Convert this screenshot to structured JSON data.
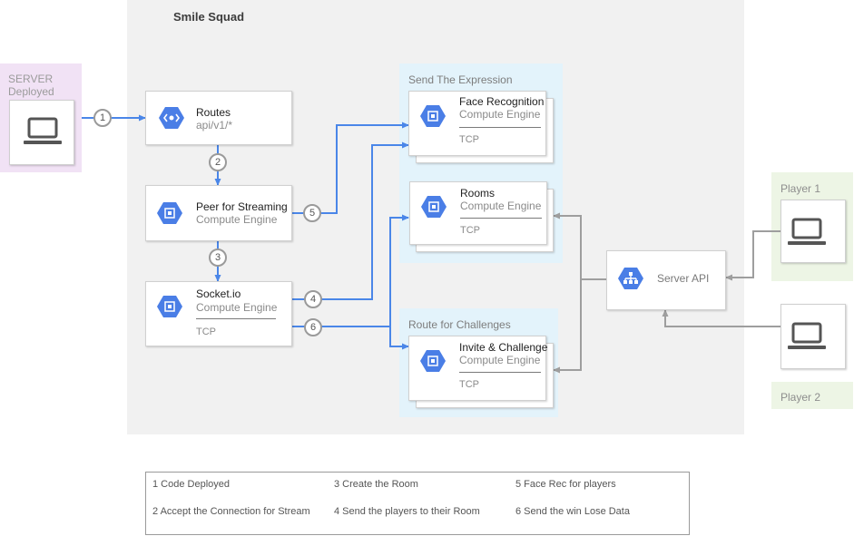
{
  "title": "Smile Squad",
  "server": {
    "label_line1": "SERVER",
    "label_line2": "Deployed"
  },
  "players": [
    {
      "label": "Player 1"
    },
    {
      "label": "Player 2"
    }
  ],
  "zones": {
    "expression": {
      "label": "Send The Expression"
    },
    "challenges": {
      "label": "Route for Challenges"
    }
  },
  "nodes": {
    "routes": {
      "title": "Routes",
      "subtitle": "api/v1/*"
    },
    "peer": {
      "title": "Peer for Streaming",
      "subtitle": "Compute Engine"
    },
    "socket": {
      "title": "Socket.io",
      "subtitle": "Compute Engine",
      "protocol": "TCP"
    },
    "face": {
      "title": "Face Recognition",
      "subtitle": "Compute Engine",
      "protocol": "TCP"
    },
    "rooms": {
      "title": "Rooms",
      "subtitle": "Compute Engine",
      "protocol": "TCP"
    },
    "invite": {
      "title": "Invite & Challenge",
      "subtitle": "Compute Engine",
      "protocol": "TCP"
    },
    "api": {
      "title": "Server API"
    }
  },
  "steps": [
    "1",
    "2",
    "3",
    "4",
    "5",
    "6"
  ],
  "legend": [
    "1 Code Deployed",
    "2 Accept the Connection for Stream",
    "3 Create the Room",
    "4 Send the players to their Room",
    "5 Face Rec for players",
    "6 Send the win Lose Data"
  ],
  "colors": {
    "arrow_blue": "#4a86e8",
    "arrow_gray": "#9e9e9e",
    "icon_blue": "#4a7ee6"
  },
  "icons": {
    "engine": "compute-engine-icon",
    "routes": "routes-icon",
    "api": "network-tree-icon",
    "laptop": "laptop-icon"
  }
}
